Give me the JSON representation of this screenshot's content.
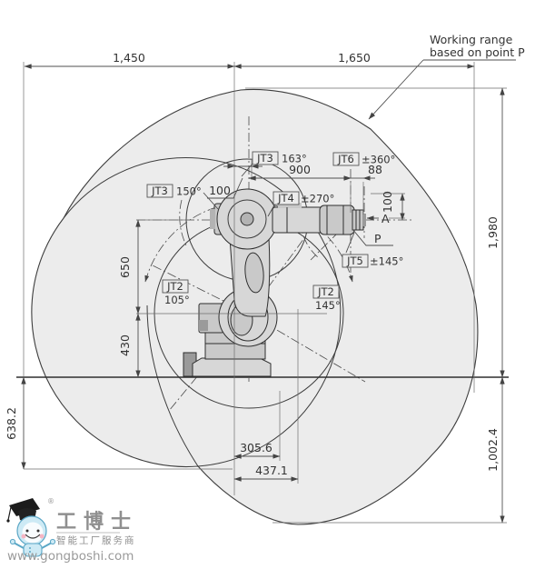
{
  "annotation": {
    "line1": "Working range",
    "line2": "based on point P"
  },
  "points": {
    "a": "A",
    "p": "P"
  },
  "dims": {
    "d1450": "1,450",
    "d1650": "1,650",
    "d1980": "1,980",
    "d10024": "1,002.4",
    "d6382": "638.2",
    "d650": "650",
    "d430": "430",
    "d900": "900",
    "d88": "88",
    "d100offset": "100",
    "d100flange": "100",
    "d3056": "305.6",
    "d4371": "437.1"
  },
  "joints": {
    "jt3_elbow": {
      "name": "JT3",
      "angle": "163°"
    },
    "jt6": {
      "name": "JT6",
      "angle": "±360°"
    },
    "jt3_arm": {
      "name": "JT3",
      "angle": "150°"
    },
    "jt4": {
      "name": "JT4",
      "angle": "±270°"
    },
    "jt5": {
      "name": "JT5",
      "angle": "±145°"
    },
    "jt2_left": {
      "name": "JT2",
      "angle": "105°"
    },
    "jt2_right": {
      "name": "JT2",
      "angle": "145°"
    }
  },
  "logo": {
    "brand": "工博士",
    "reg": "®",
    "tagline": "智能工厂服务商",
    "url": "www.gongboshi.com"
  },
  "colors": {
    "envelope": "#ececec",
    "line": "#3d3d3d",
    "dim_line": "#4f4f4f",
    "logo_gray": "#8f8f8f",
    "mascot_blue": "#cdeaf5",
    "mascot_accent": "#5ba7c6",
    "cheek_pink": "#f6b6c4"
  }
}
